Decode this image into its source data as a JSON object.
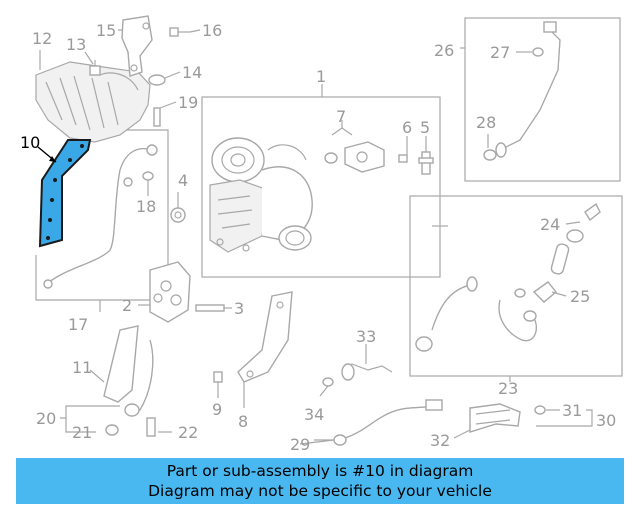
{
  "diagram": {
    "highlight_color": "#3aa7e6",
    "callouts": {
      "c1": "1",
      "c2": "2",
      "c3": "3",
      "c4": "4",
      "c5": "5",
      "c6": "6",
      "c7": "7",
      "c8": "8",
      "c9": "9",
      "c10": "10",
      "c11": "11",
      "c12": "12",
      "c13": "13",
      "c14": "14",
      "c15": "15",
      "c16": "16",
      "c17": "17",
      "c18": "18",
      "c19": "19",
      "c20": "20",
      "c21": "21",
      "c22": "22",
      "c23": "23",
      "c24": "24",
      "c25": "25",
      "c26": "26",
      "c27": "27",
      "c28": "28",
      "c29": "29",
      "c30": "30",
      "c31": "31",
      "c32": "32",
      "c33": "33",
      "c34": "34"
    }
  },
  "banner": {
    "background_color": "#4ab8f0",
    "line1": "Part or sub-assembly is #10 in diagram",
    "line2": "Diagram may not be specific to your vehicle"
  }
}
